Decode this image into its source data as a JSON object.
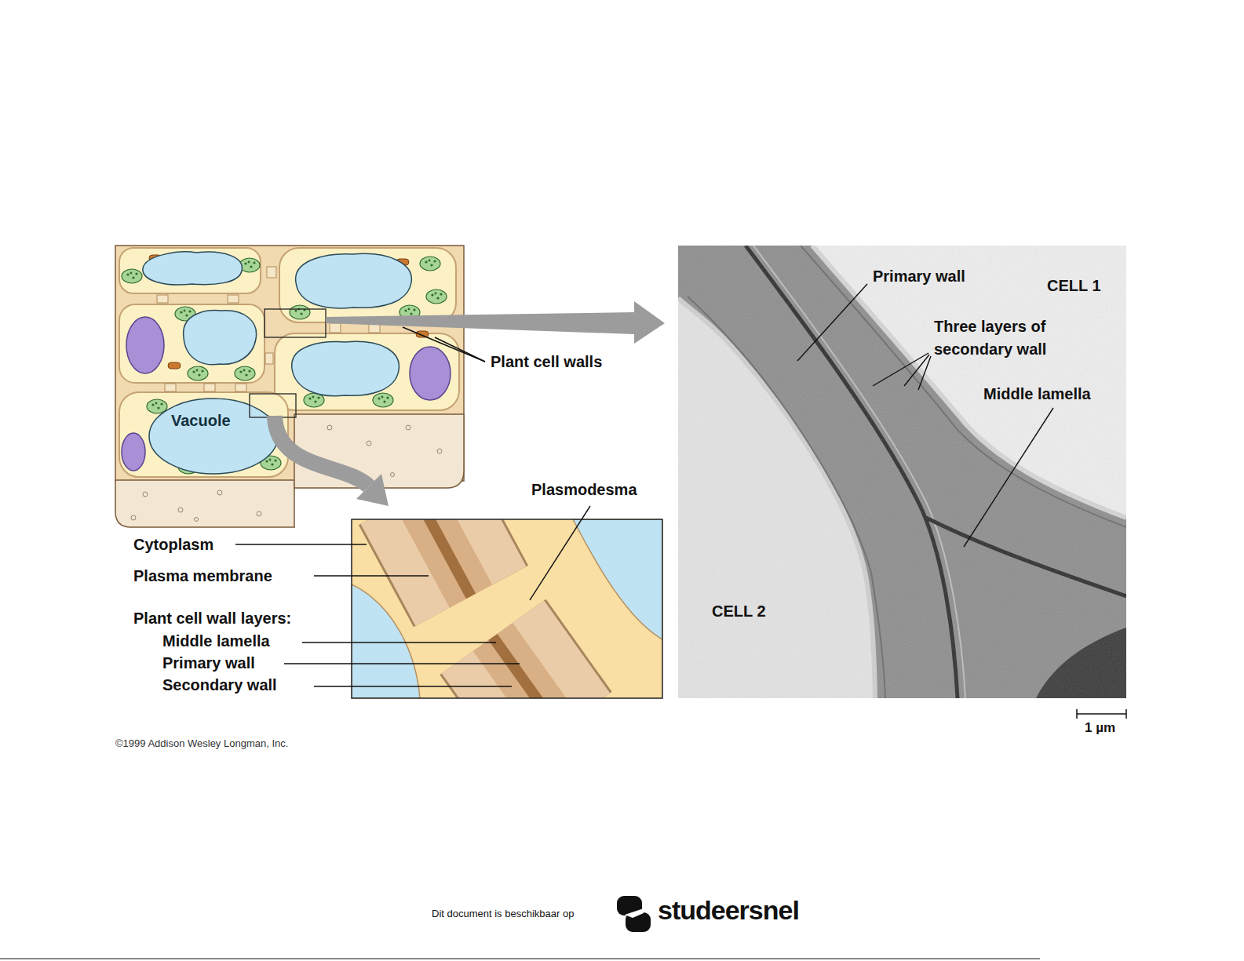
{
  "diagram": {
    "labels": [
      "Plant cell walls",
      "Vacuole",
      "Plasmodesma",
      "Cytoplasm",
      "Plasma membrane",
      "Plant cell wall layers:",
      "Middle lamella",
      "Primary wall",
      "Secondary wall",
      "©1999 Addison Wesley Longman, Inc.",
      "Primary wall",
      "CELL 1",
      "Three layers of secondary wall",
      "Middle lamella",
      "CELL 2",
      "1 µm",
      "Dit document is beschikbaar op",
      "studeersnel"
    ]
  }
}
